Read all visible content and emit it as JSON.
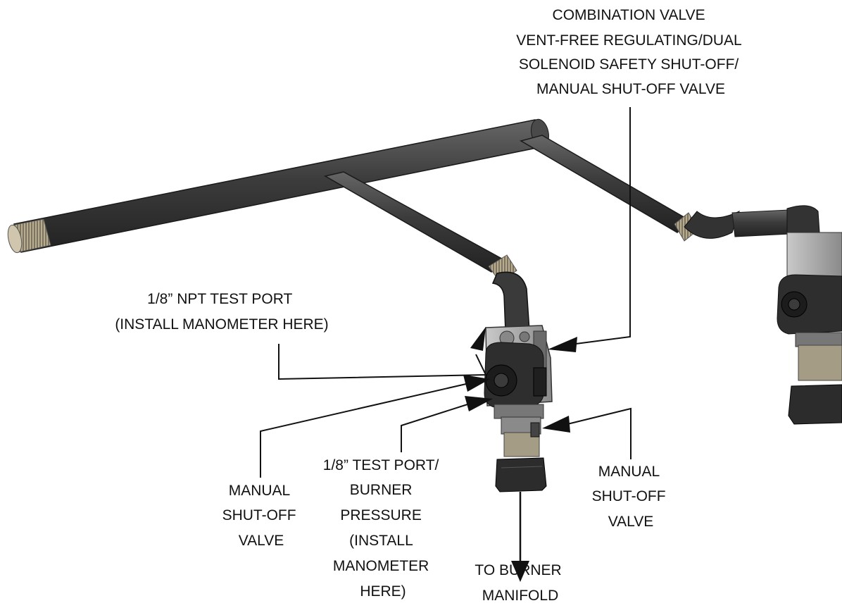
{
  "labels": {
    "combination_valve": [
      "COMBINATION VALVE",
      "VENT-FREE REGULATING/DUAL",
      "SOLENOID SAFETY SHUT-OFF/",
      "MANUAL SHUT-OFF VALVE"
    ],
    "npt_test_port": [
      "1/8” NPT TEST PORT",
      "(INSTALL MANOMETER HERE)"
    ],
    "manual_shutoff_left": [
      "MANUAL",
      "SHUT-OFF",
      "VALVE"
    ],
    "burner_test_port": [
      "1/8” TEST PORT/",
      "BURNER",
      "PRESSURE",
      "(INSTALL",
      "MANOMETER",
      "HERE)"
    ],
    "manual_shutoff_right": [
      "MANUAL",
      "SHUT-OFF",
      "VALVE"
    ],
    "to_burner_manifold": [
      "TO BURNER",
      "MANIFOLD"
    ]
  },
  "colors": {
    "pipe": "#3a3a3a",
    "pipe_highlight": "#5a5a5a",
    "valve_body": "#9a9a9a",
    "valve_dark": "#2e2e2e",
    "fitting": "#b5a98a",
    "leader": "#111111"
  }
}
